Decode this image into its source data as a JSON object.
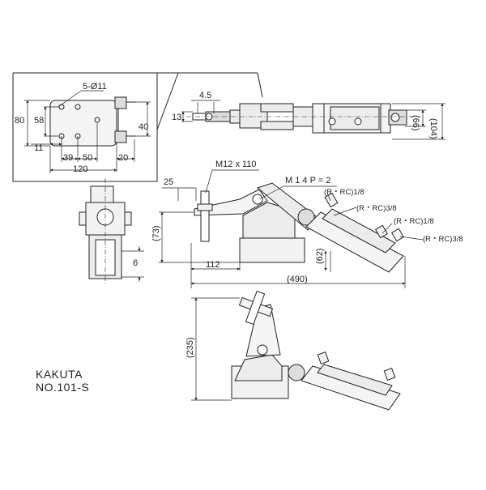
{
  "title_block": {
    "maker": "KAKUTA",
    "model": "NO.101-S"
  },
  "dims": {
    "hole_note": "5-Ø11",
    "plate_h": "80",
    "plate_inner_h": "58",
    "side_40": "40",
    "d11": "11",
    "d39": "39",
    "d50": "50",
    "d20": "20",
    "d120": "120",
    "d4_5": "4.5",
    "d13": "13",
    "d66": "(66)",
    "d104": "(104)",
    "bolt": "M12 x 110",
    "thread": "M 1 4 P = 2",
    "port1": "(R・RC)1/8",
    "port2": "(R・RC)3/8",
    "port3": "(R・RC)1/8",
    "port4": "(R・RC)3/8",
    "d25": "25",
    "d73": "(73)",
    "d6": "6",
    "d112": "112",
    "d62": "(62)",
    "d490": "(490)",
    "d235": "(235)"
  }
}
